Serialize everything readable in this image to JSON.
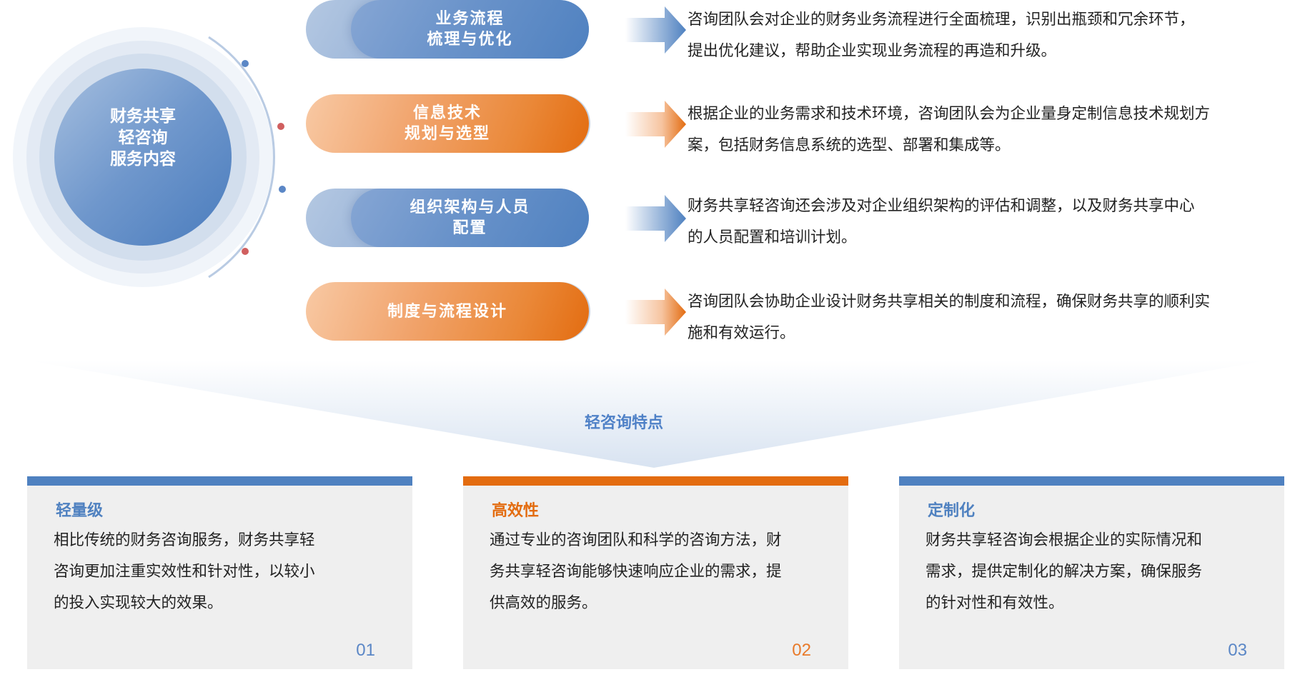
{
  "colors": {
    "blue": "#4f81c0",
    "orange": "#e36c10",
    "card_bg": "#efefef",
    "text": "#222222",
    "accent_dot_red": "#d05f5f",
    "accent_dot_blue": "#5b87c6"
  },
  "hub": {
    "label": "财务共享\n轻咨询\n服务内容",
    "lines": [
      "财务共享",
      "轻咨询",
      "服务内容"
    ]
  },
  "services": [
    {
      "label": "业务流程\n梳理与优化",
      "theme": "blue",
      "description": [
        "咨询团队会对企业的财务业务流程进行全面梳理，识别出瓶颈和冗余环节，",
        "提出优化建议，帮助企业实现业务流程的再造和升级。"
      ]
    },
    {
      "label": "信息技术\n规划与选型",
      "theme": "orange",
      "description": [
        "根据企业的业务需求和技术环境，咨询团队会为企业量身定制信息技术规划方",
        "案，包括财务信息系统的选型、部署和集成等。"
      ]
    },
    {
      "label": "组织架构与人员\n配置",
      "theme": "blue",
      "description": [
        "财务共享轻咨询还会涉及对企业组织架构的评估和调整，以及财务共享中心",
        "的人员配置和培训计划。"
      ]
    },
    {
      "label": "制度与流程设计",
      "theme": "orange",
      "description": [
        "咨询团队会协助企业设计财务共享相关的制度和流程，确保财务共享的顺利实",
        "施和有效运行。"
      ]
    }
  ],
  "features_title": "轻咨询特点",
  "features": [
    {
      "title": "轻量级",
      "theme": "blue",
      "number": "01",
      "body": [
        "相比传统的财务咨询服务，财务共享轻",
        "咨询更加注重实效性和针对性，以较小",
        "的投入实现较大的效果。"
      ]
    },
    {
      "title": "高效性",
      "theme": "orange",
      "number": "02",
      "body": [
        "通过专业的咨询团队和科学的咨询方法，财",
        "务共享轻咨询能够快速响应企业的需求，提",
        "供高效的服务。"
      ]
    },
    {
      "title": "定制化",
      "theme": "blue",
      "number": "03",
      "body": [
        "财务共享轻咨询会根据企业的实际情况和",
        "需求，提供定制化的解决方案，确保服务",
        "的针对性和有效性。"
      ]
    }
  ]
}
